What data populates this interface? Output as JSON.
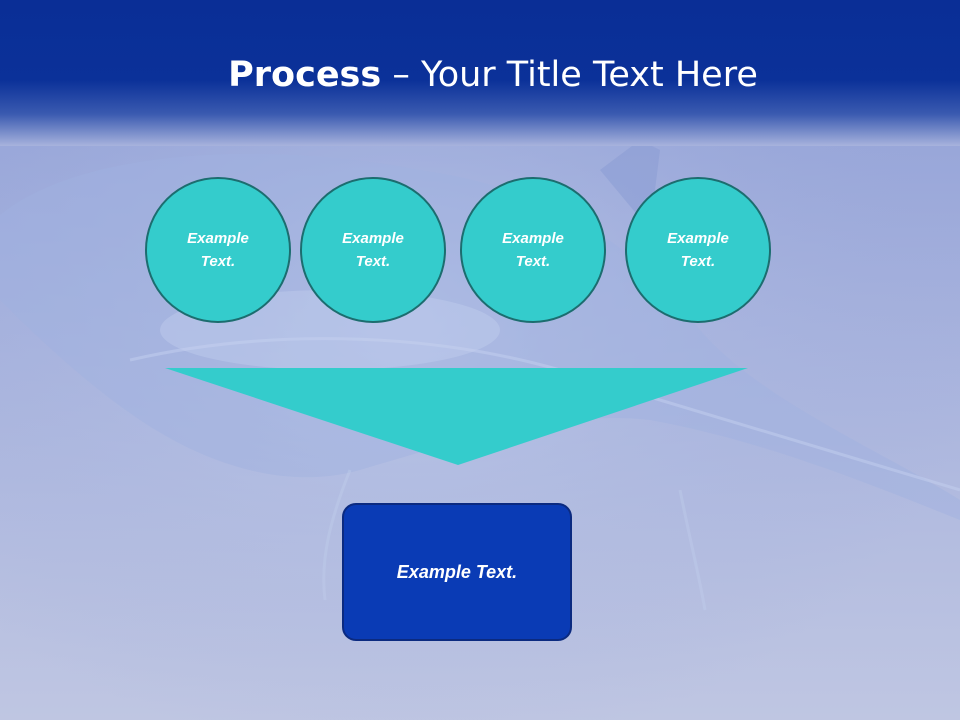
{
  "title": {
    "bold": "Process",
    "rest": " – Your Title Text Here"
  },
  "circles": [
    {
      "text": "Example\nText."
    },
    {
      "text": "Example\nText."
    },
    {
      "text": "Example\nText."
    },
    {
      "text": "Example\nText."
    }
  ],
  "result": {
    "text": "Example Text."
  },
  "colors": {
    "header": "#0b3199",
    "circle_fill": "#34cccc",
    "circle_border": "#1c6d6f",
    "funnel": "#34cccc",
    "result_fill": "#0a3bb5",
    "result_border": "#0b2a80"
  }
}
